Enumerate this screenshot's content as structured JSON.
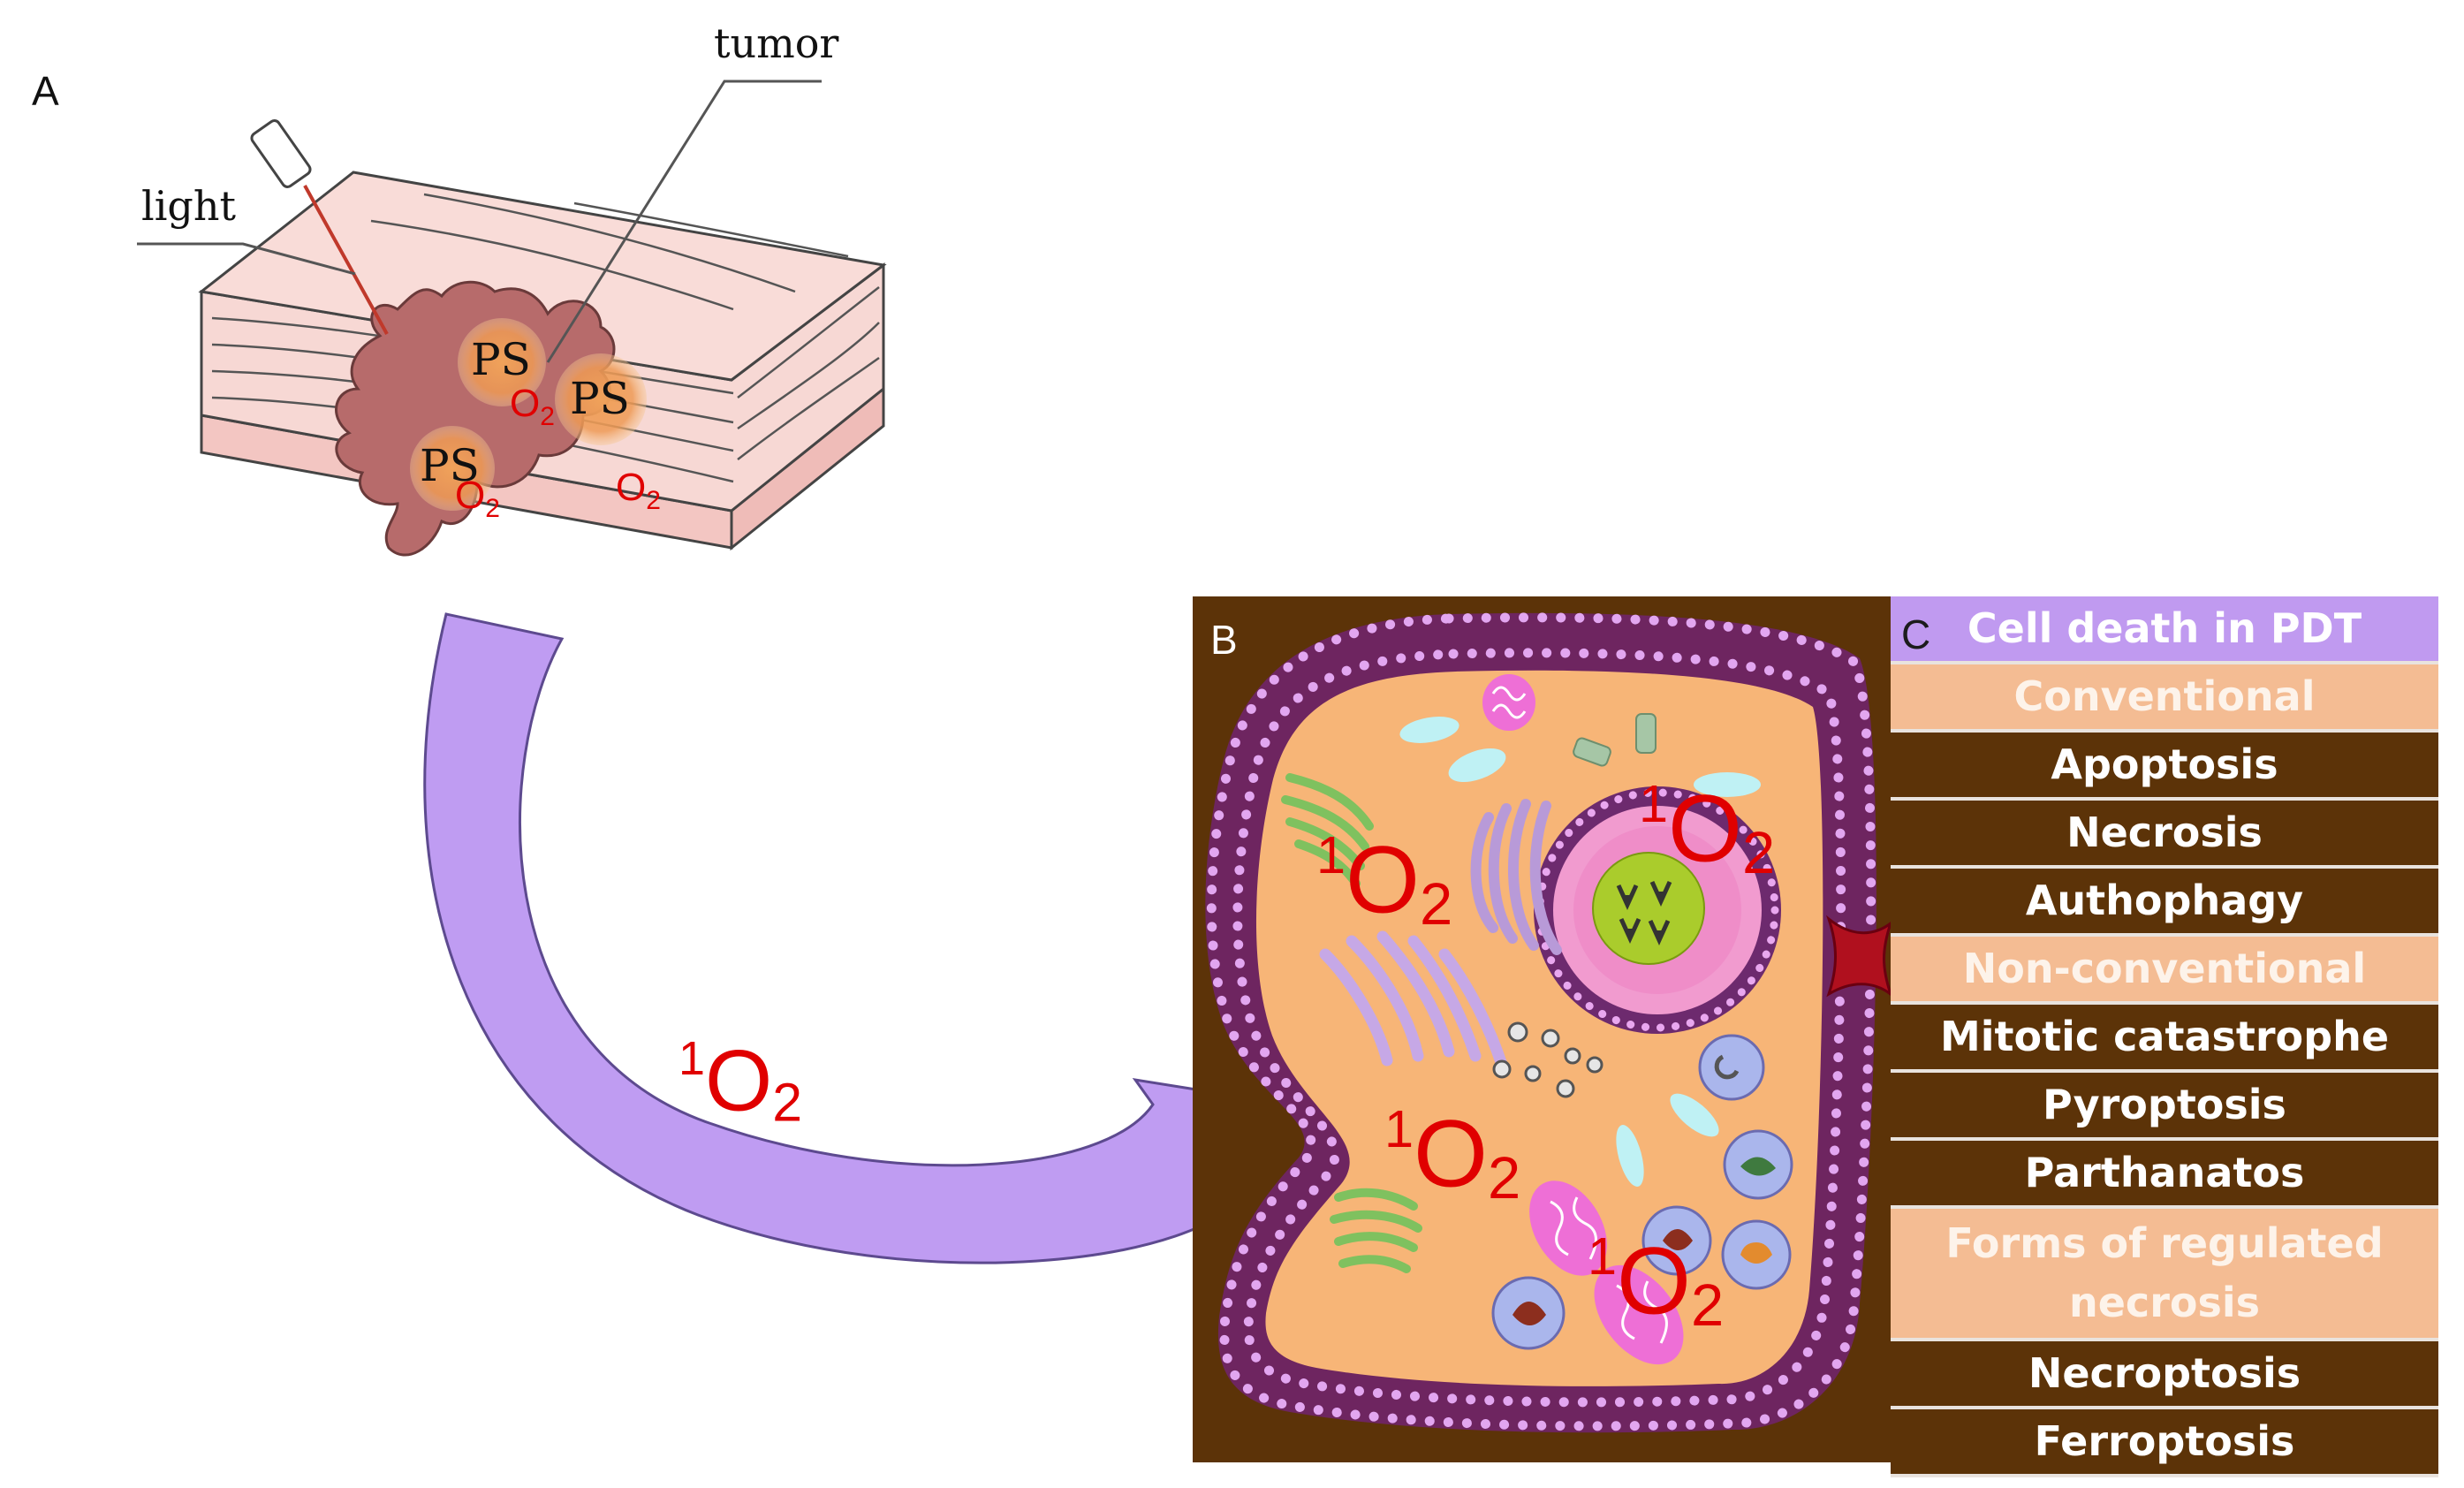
{
  "panels": {
    "a": "A",
    "b": "B",
    "c": "C"
  },
  "panel_a": {
    "light_label": "light",
    "tumor_label": "tumor",
    "ps_label": "PS",
    "o2": {
      "base": "O",
      "sub": "2"
    }
  },
  "singlet_oxygen": {
    "sup": "1",
    "base": "O",
    "sub": "2"
  },
  "legend": {
    "title": "Cell death in PDT",
    "rows": [
      {
        "text": "Conventional",
        "kind": "category"
      },
      {
        "text": "Apoptosis",
        "kind": "item"
      },
      {
        "text": "Necrosis",
        "kind": "item"
      },
      {
        "text": "Authophagy",
        "kind": "item"
      },
      {
        "text": "Non-conventional",
        "kind": "category"
      },
      {
        "text": "Mitotic catastrophe",
        "kind": "item"
      },
      {
        "text": "Pyroptosis",
        "kind": "item"
      },
      {
        "text": "Parthanatos",
        "kind": "item"
      },
      {
        "text": "Forms of regulated necrosis",
        "kind": "category"
      },
      {
        "text": "Necroptosis",
        "kind": "item"
      },
      {
        "text": "Ferroptosis",
        "kind": "item"
      }
    ]
  },
  "colors": {
    "cell_background": "#5c3308",
    "cytoplasm": "#f7b577",
    "membrane": "#6e2560",
    "membrane_beads": "#e2a6f0",
    "arrow": "#bf9cf2",
    "tissue": "#f5d3d0",
    "tumor": "#b66a6a",
    "singlet_oxygen_text": "#e00000",
    "legend_header": "#c09af0",
    "legend_category": "#f4bc93",
    "legend_item": "#5c3308"
  }
}
